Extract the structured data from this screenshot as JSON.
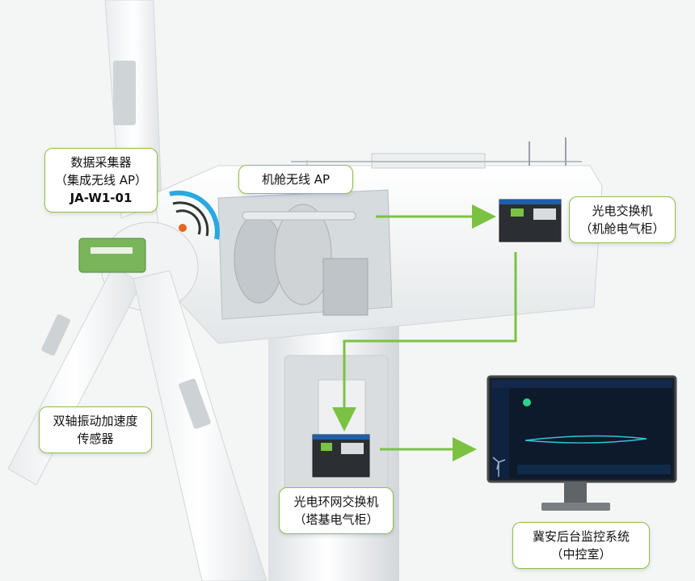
{
  "labels": {
    "collector": {
      "line1": "数据采集器",
      "line2": "（集成无线 AP）",
      "line3": "JA-W1-01"
    },
    "nacelle_ap": {
      "line1": "机舱无线 AP"
    },
    "nacelle_switch": {
      "line1": "光电交换机",
      "line2": "（机舱电气柜）"
    },
    "sensor": {
      "line1": "双轴振动加速度",
      "line2": "传感器"
    },
    "tower_switch": {
      "line1": "光电环网交换机",
      "line2": "（塔基电气柜）"
    },
    "monitor_system": {
      "line1": "冀安后台监控系统",
      "line2": "（中控室）"
    }
  },
  "colors": {
    "arrow": "#7cc242",
    "label_border": "#8fbf4a",
    "wifi": "#29a9e0",
    "turbine": "#ffffff",
    "switch_blue": "#1f5fa8"
  },
  "icons": [
    "wifi-signal-icon",
    "turbine-icon"
  ]
}
